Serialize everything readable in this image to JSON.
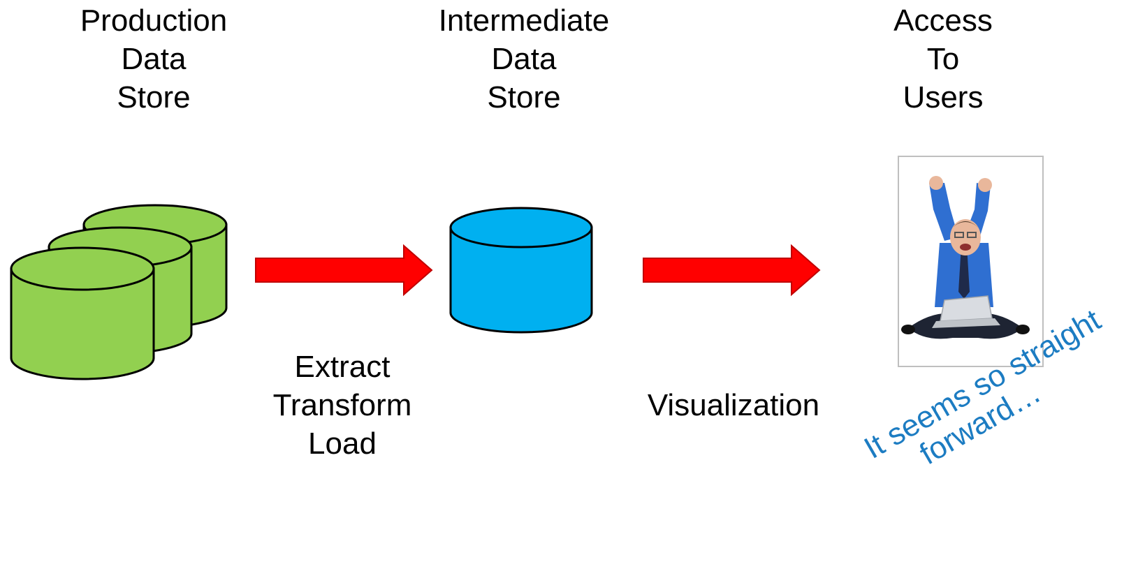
{
  "columns": {
    "production": [
      "Production",
      "Data",
      "Store"
    ],
    "intermediate": [
      "Intermediate",
      "Data",
      "Store"
    ],
    "access": [
      "Access",
      "To",
      "Users"
    ]
  },
  "steps": {
    "etl": [
      "Extract",
      "Transform",
      "Load"
    ],
    "visualization": "Visualization"
  },
  "callout": [
    "It seems so straight",
    "forward…"
  ],
  "colors": {
    "production_db": "#92D050",
    "intermediate_db": "#00B0F0",
    "arrow": "#FF0000",
    "callout_text": "#1C7CC2"
  }
}
